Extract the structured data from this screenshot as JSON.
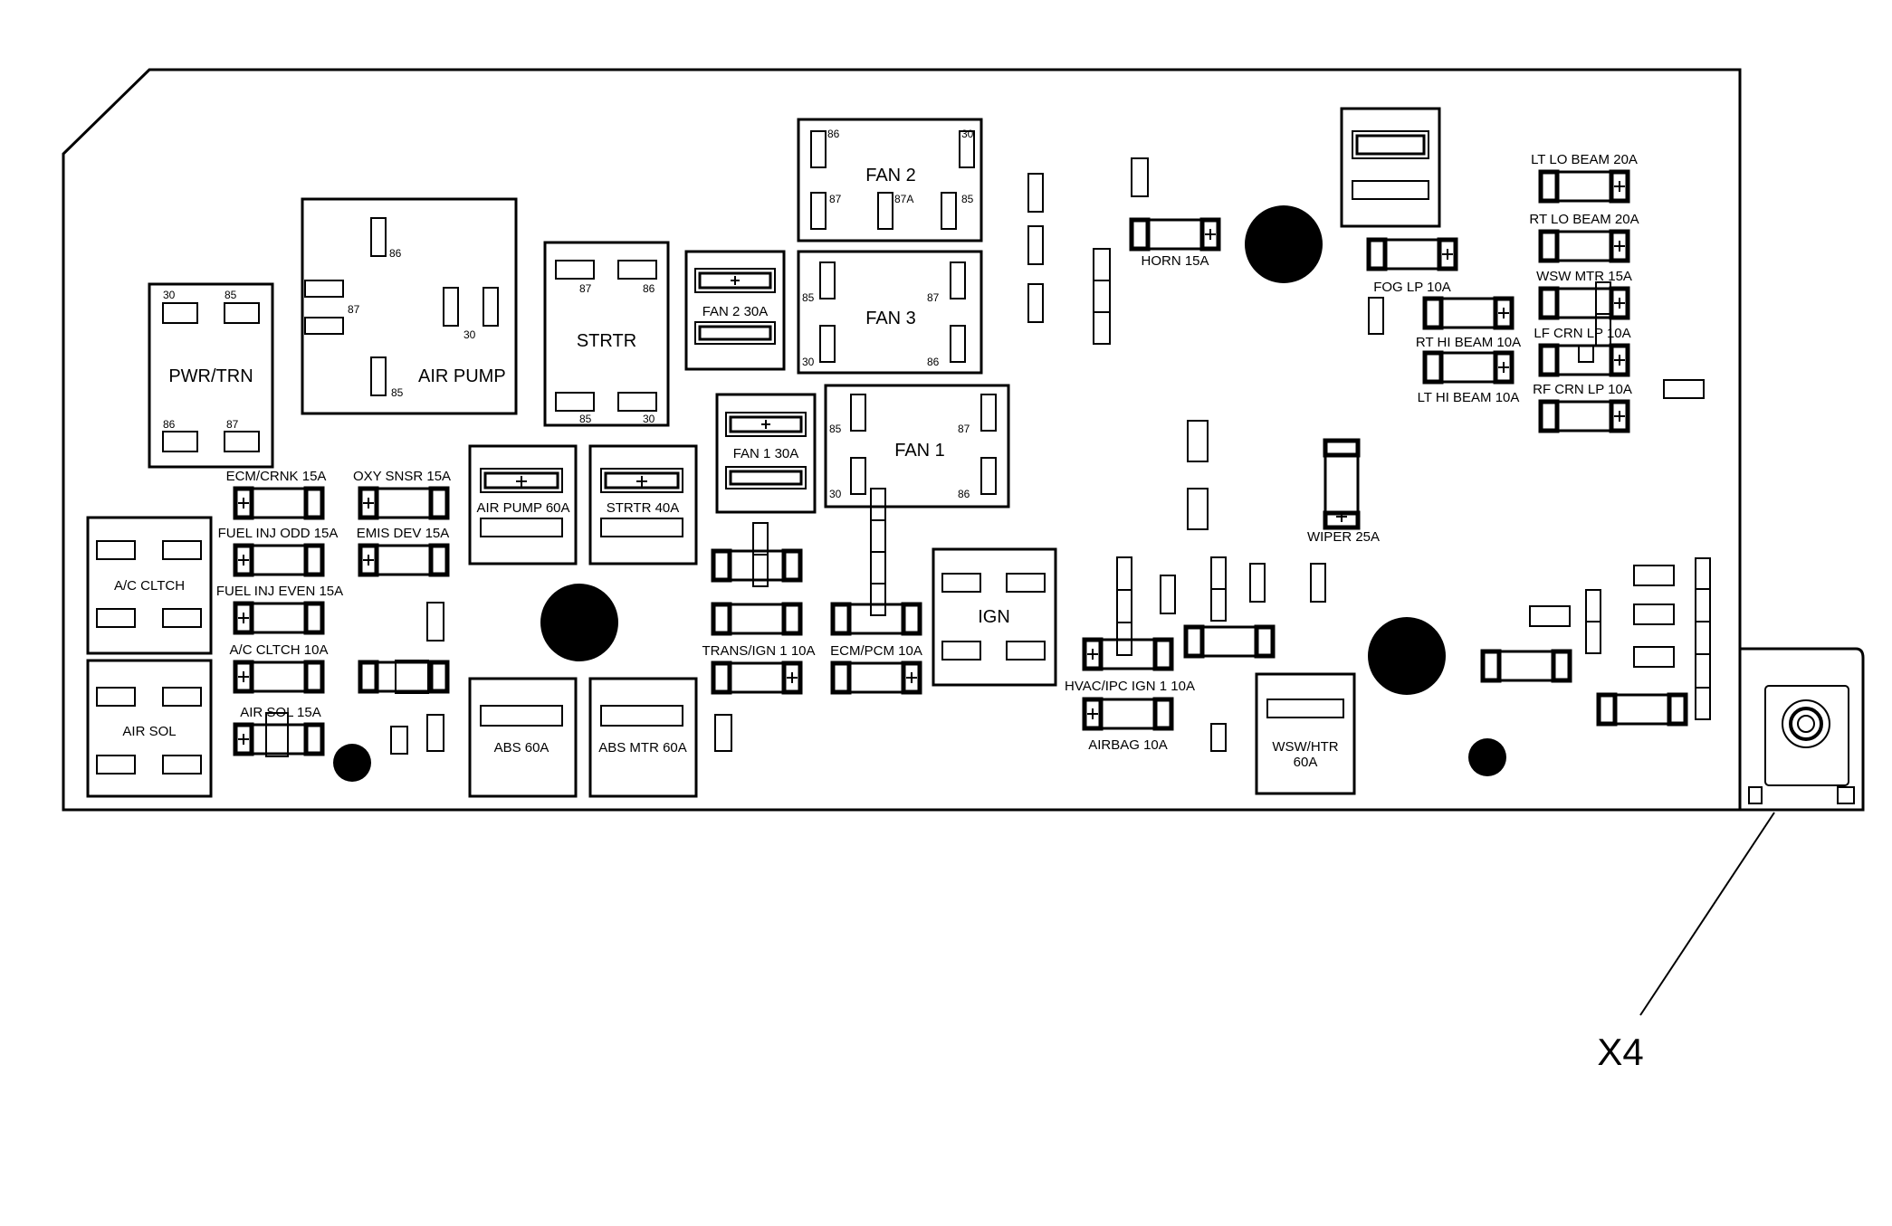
{
  "colors": {
    "ink": "#000000",
    "paper": "#ffffff"
  },
  "relays": {
    "pwr_trn": {
      "name": "PWR/TRN",
      "pins": [
        "30",
        "85",
        "86",
        "87"
      ]
    },
    "air_pump": {
      "name": "AIR PUMP",
      "pins": [
        "86",
        "87",
        "30",
        "85"
      ]
    },
    "strtr": {
      "name": "STRTR",
      "pins": [
        "87",
        "86",
        "85",
        "30"
      ]
    },
    "fan2": {
      "name": "FAN 2",
      "pins": [
        "86",
        "30",
        "87",
        "87A",
        "85"
      ]
    },
    "fan3": {
      "name": "FAN 3",
      "pins": [
        "85",
        "87",
        "30",
        "86"
      ]
    },
    "fan1": {
      "name": "FAN 1",
      "pins": [
        "85",
        "87",
        "30",
        "86"
      ]
    },
    "ac_cltch": {
      "name": "A/C CLTCH"
    },
    "air_sol": {
      "name": "AIR SOL"
    },
    "ign": {
      "name": "IGN"
    }
  },
  "fuses": {
    "ecm_crnk": "ECM/CRNK 15A",
    "oxy_snsr": "OXY SNSR 15A",
    "fuel_inj_odd": "FUEL INJ ODD 15A",
    "emis_dev": "EMIS DEV 15A",
    "fuel_inj_even": "FUEL INJ EVEN 15A",
    "ac_cltch": "A/C CLTCH 10A",
    "air_sol": "AIR SOL 15A",
    "fan2": "FAN 2 30A",
    "fan1": "FAN 1 30A",
    "air_pump": "AIR PUMP 60A",
    "strtr": "STRTR 40A",
    "trans_ign": "TRANS/IGN 1 10A",
    "ecm_pcm": "ECM/PCM 10A",
    "abs": "ABS 60A",
    "abs_mtr": "ABS MTR 60A",
    "horn": "HORN 15A",
    "fog_lp": "FOG LP 10A",
    "rt_hi_beam": "RT HI BEAM 10A",
    "lt_hi_beam": "LT HI BEAM 10A",
    "lt_lo_beam": "LT LO BEAM 20A",
    "rt_lo_beam": "RT LO BEAM 20A",
    "wsw_mtr": "WSW MTR 15A",
    "lf_crn_lp": "LF CRN LP 10A",
    "rf_crn_lp": "RF CRN LP 10A",
    "wiper": "WIPER 25A",
    "hvac_ipc": "HVAC/IPC IGN 1 10A",
    "airbag": "AIRBAG 10A",
    "wsw_htr_line1": "WSW/HTR",
    "wsw_htr_line2": "60A"
  },
  "plus_sign": "+",
  "callout": "X4"
}
